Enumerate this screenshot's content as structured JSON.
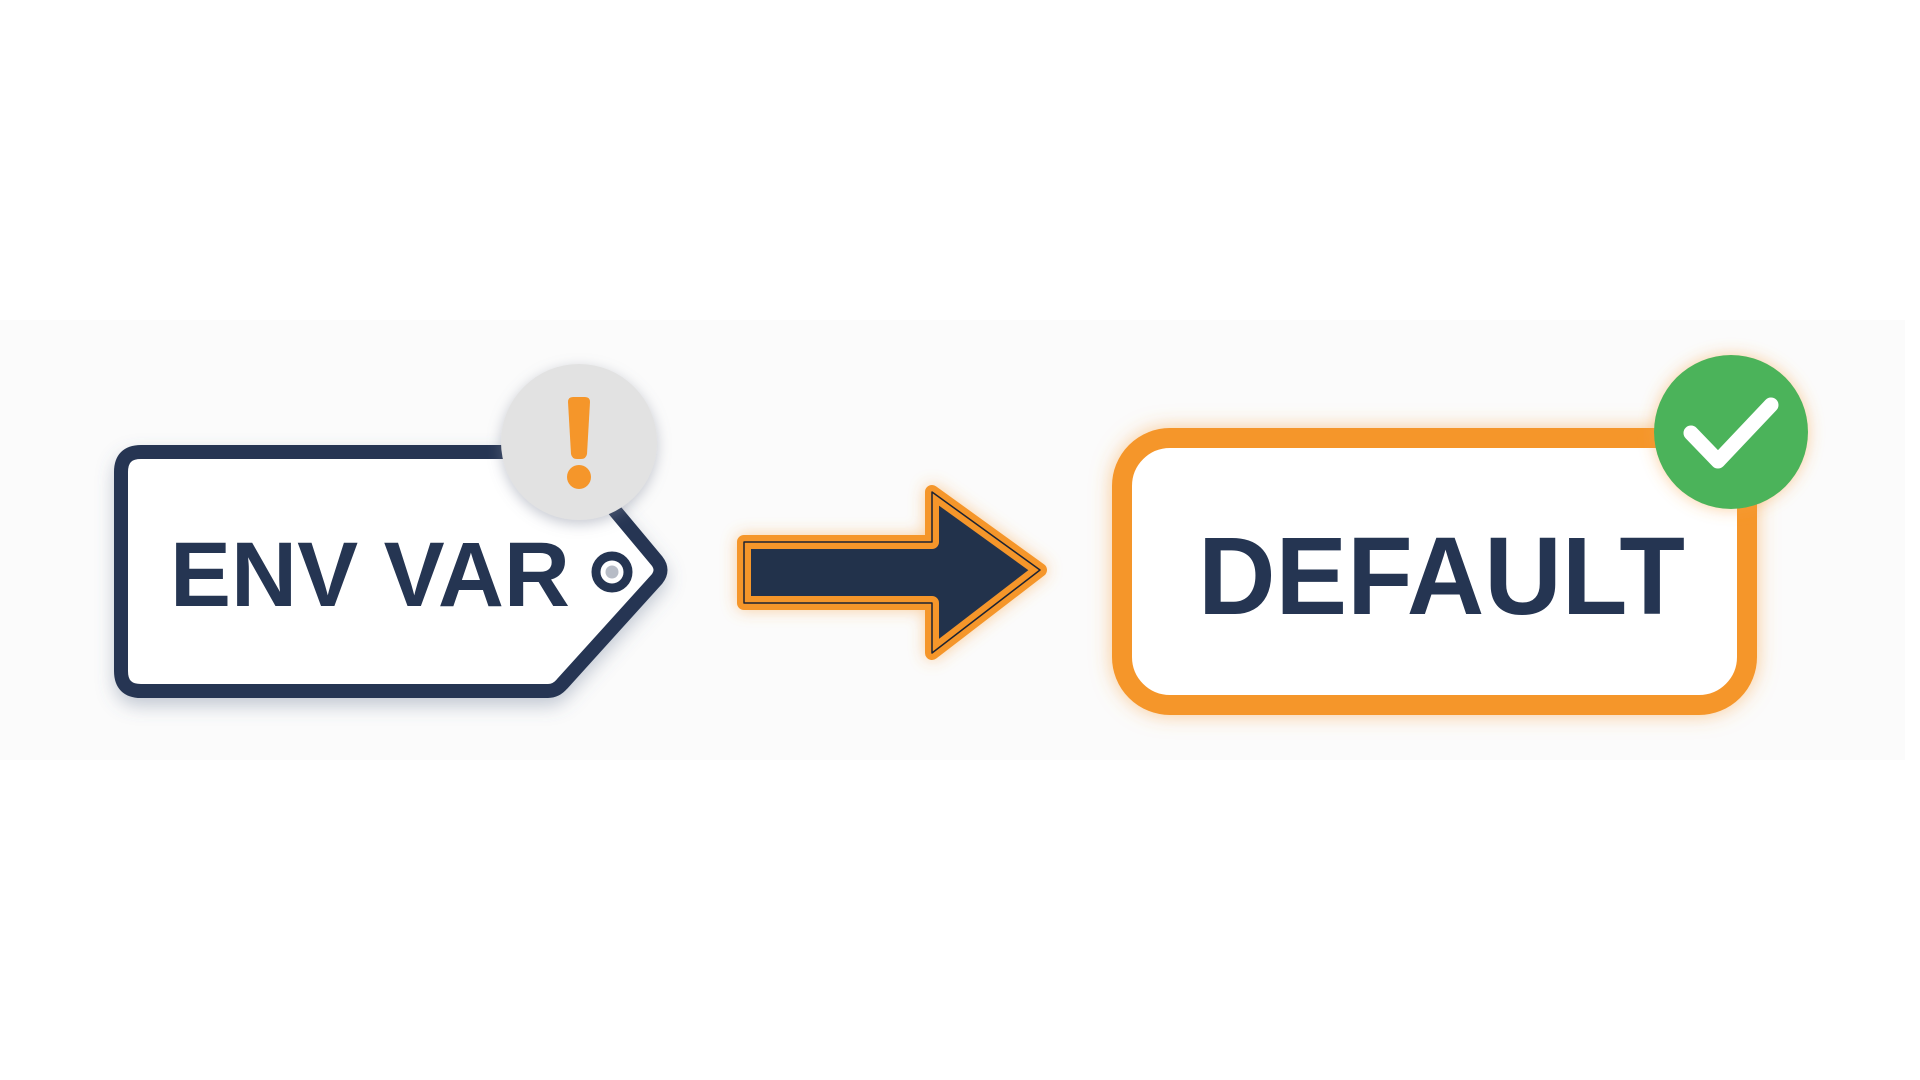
{
  "diagram": {
    "source": {
      "label": "ENV VAR",
      "shape": "tag",
      "badge": {
        "icon": "warning-exclamation-icon",
        "glyph": "!"
      }
    },
    "connector": {
      "icon": "arrow-right-icon",
      "direction": "right"
    },
    "target": {
      "label": "DEFAULT",
      "shape": "rounded-box",
      "badge": {
        "icon": "checkmark-icon",
        "glyph": "✓"
      }
    }
  },
  "colors": {
    "background": "#ffffff",
    "band": "#fbfbfb",
    "navy": "#253552",
    "arrow_fill": "#22324c",
    "orange": "#f5962a",
    "warning_badge_bg": "#e2e2e2",
    "success_green": "#4cb35a",
    "white": "#ffffff"
  }
}
